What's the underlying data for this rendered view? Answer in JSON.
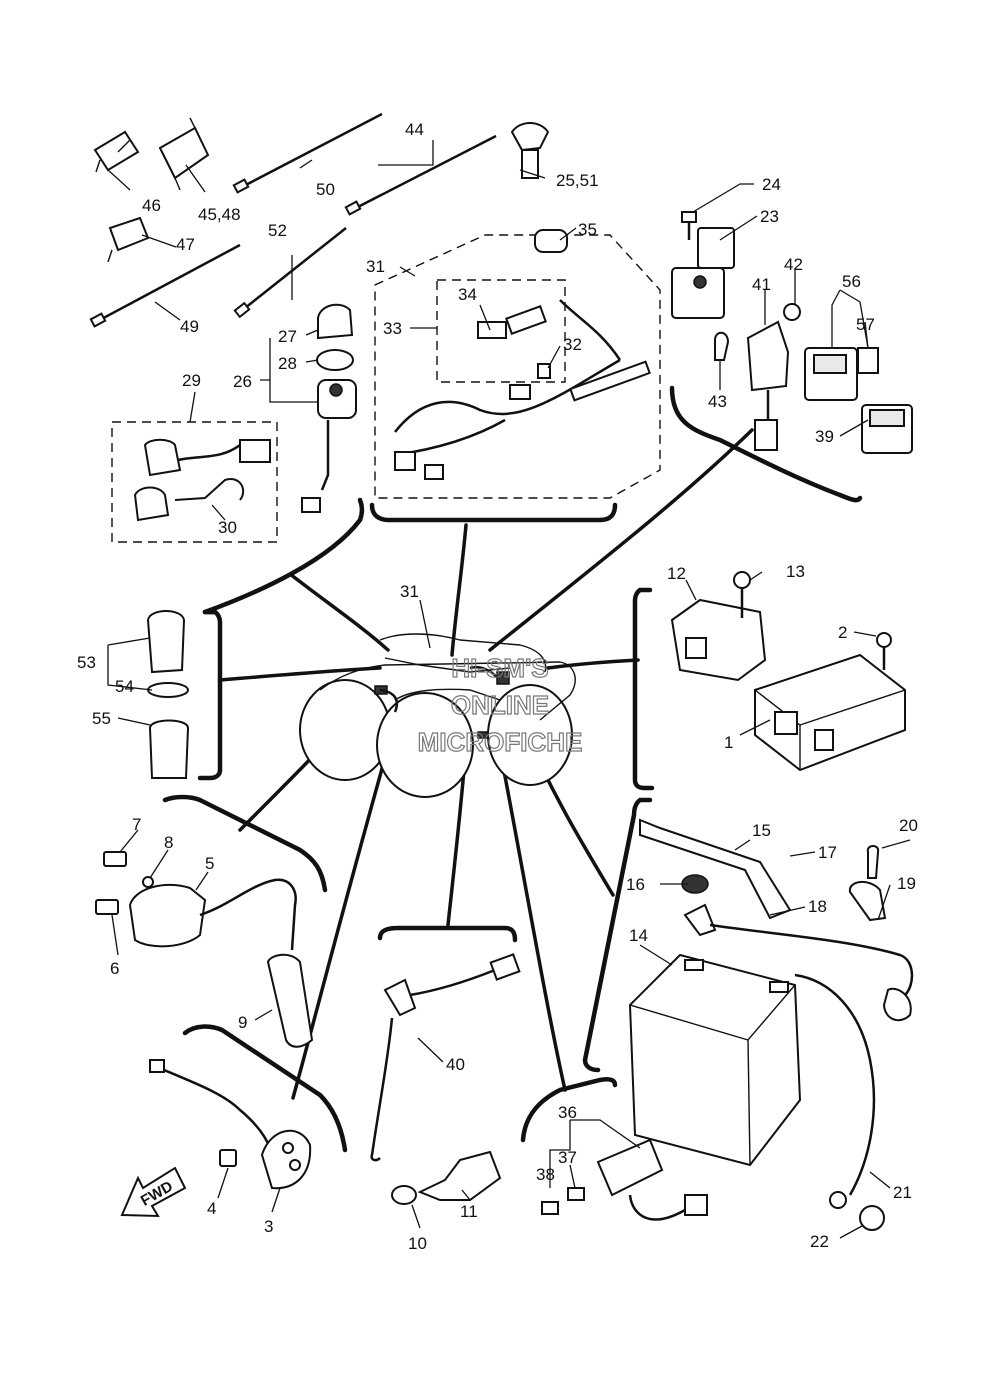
{
  "diagram": {
    "watermark": [
      "HI-SM'S",
      "ONLINE",
      "MICROFICHE"
    ],
    "fwd_label": "FWD",
    "callouts": [
      {
        "id": "c44",
        "text": "44"
      },
      {
        "id": "c50",
        "text": "50"
      },
      {
        "id": "c25",
        "text": "25,51"
      },
      {
        "id": "c46",
        "text": "46"
      },
      {
        "id": "c45",
        "text": "45,48"
      },
      {
        "id": "c47",
        "text": "47"
      },
      {
        "id": "c52",
        "text": "52"
      },
      {
        "id": "c49",
        "text": "49"
      },
      {
        "id": "c24",
        "text": "24"
      },
      {
        "id": "c23",
        "text": "23"
      },
      {
        "id": "c31a",
        "text": "31"
      },
      {
        "id": "c35",
        "text": "35"
      },
      {
        "id": "c34",
        "text": "34"
      },
      {
        "id": "c33",
        "text": "33"
      },
      {
        "id": "c32",
        "text": "32"
      },
      {
        "id": "c42",
        "text": "42"
      },
      {
        "id": "c41",
        "text": "41"
      },
      {
        "id": "c56",
        "text": "56"
      },
      {
        "id": "c57",
        "text": "57"
      },
      {
        "id": "c43",
        "text": "43"
      },
      {
        "id": "c39",
        "text": "39"
      },
      {
        "id": "c27",
        "text": "27"
      },
      {
        "id": "c28",
        "text": "28"
      },
      {
        "id": "c26",
        "text": "26"
      },
      {
        "id": "c29",
        "text": "29"
      },
      {
        "id": "c30",
        "text": "30"
      },
      {
        "id": "c31b",
        "text": "31"
      },
      {
        "id": "c12",
        "text": "12"
      },
      {
        "id": "c13",
        "text": "13"
      },
      {
        "id": "c2",
        "text": "2"
      },
      {
        "id": "c1",
        "text": "1"
      },
      {
        "id": "c53",
        "text": "53"
      },
      {
        "id": "c54",
        "text": "54"
      },
      {
        "id": "c55",
        "text": "55"
      },
      {
        "id": "c7",
        "text": "7"
      },
      {
        "id": "c8",
        "text": "8"
      },
      {
        "id": "c5",
        "text": "5"
      },
      {
        "id": "c6",
        "text": "6"
      },
      {
        "id": "c9",
        "text": "9"
      },
      {
        "id": "c15",
        "text": "15"
      },
      {
        "id": "c17",
        "text": "17"
      },
      {
        "id": "c20",
        "text": "20"
      },
      {
        "id": "c16",
        "text": "16"
      },
      {
        "id": "c19",
        "text": "19"
      },
      {
        "id": "c18",
        "text": "18"
      },
      {
        "id": "c14",
        "text": "14"
      },
      {
        "id": "c40",
        "text": "40"
      },
      {
        "id": "c36",
        "text": "36"
      },
      {
        "id": "c37",
        "text": "37"
      },
      {
        "id": "c38",
        "text": "38"
      },
      {
        "id": "c21",
        "text": "21"
      },
      {
        "id": "c22",
        "text": "22"
      },
      {
        "id": "c4",
        "text": "4"
      },
      {
        "id": "c3",
        "text": "3"
      },
      {
        "id": "c10",
        "text": "10"
      },
      {
        "id": "c11",
        "text": "11"
      }
    ]
  }
}
